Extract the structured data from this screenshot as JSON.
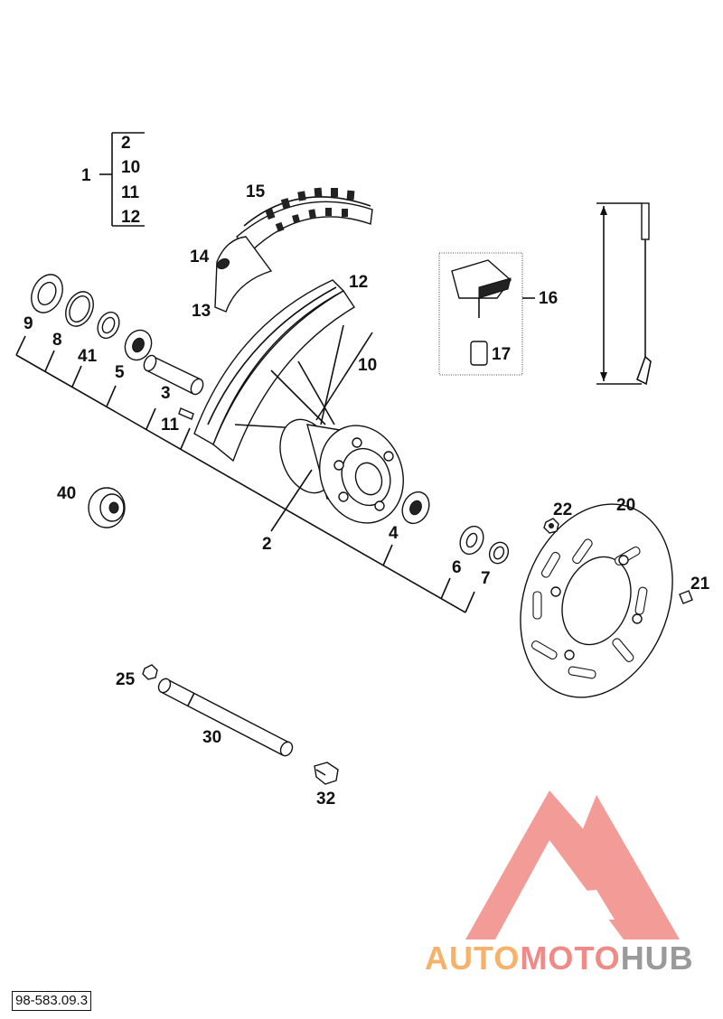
{
  "document_code": "98-583.09.3",
  "group_label": "1",
  "group_items": [
    "2",
    "10",
    "11",
    "12"
  ],
  "labels": {
    "l15": "15",
    "l14": "14",
    "l13": "13",
    "l12": "12",
    "l10": "10",
    "l16": "16",
    "l17": "17",
    "l9": "9",
    "l8": "8",
    "l41": "41",
    "l5": "5",
    "l3": "3",
    "l11": "11",
    "l40": "40",
    "l2": "2",
    "l4": "4",
    "l6": "6",
    "l7": "7",
    "l22": "22",
    "l20": "20",
    "l21": "21",
    "l25": "25",
    "l30": "30",
    "l32": "32"
  },
  "watermark": {
    "part1": "AUTO",
    "part2": "MOTO",
    "part3": "HUB",
    "color_orange": "#f7b26a",
    "color_red": "#f08a86",
    "color_gray": "#9a9a9a"
  }
}
